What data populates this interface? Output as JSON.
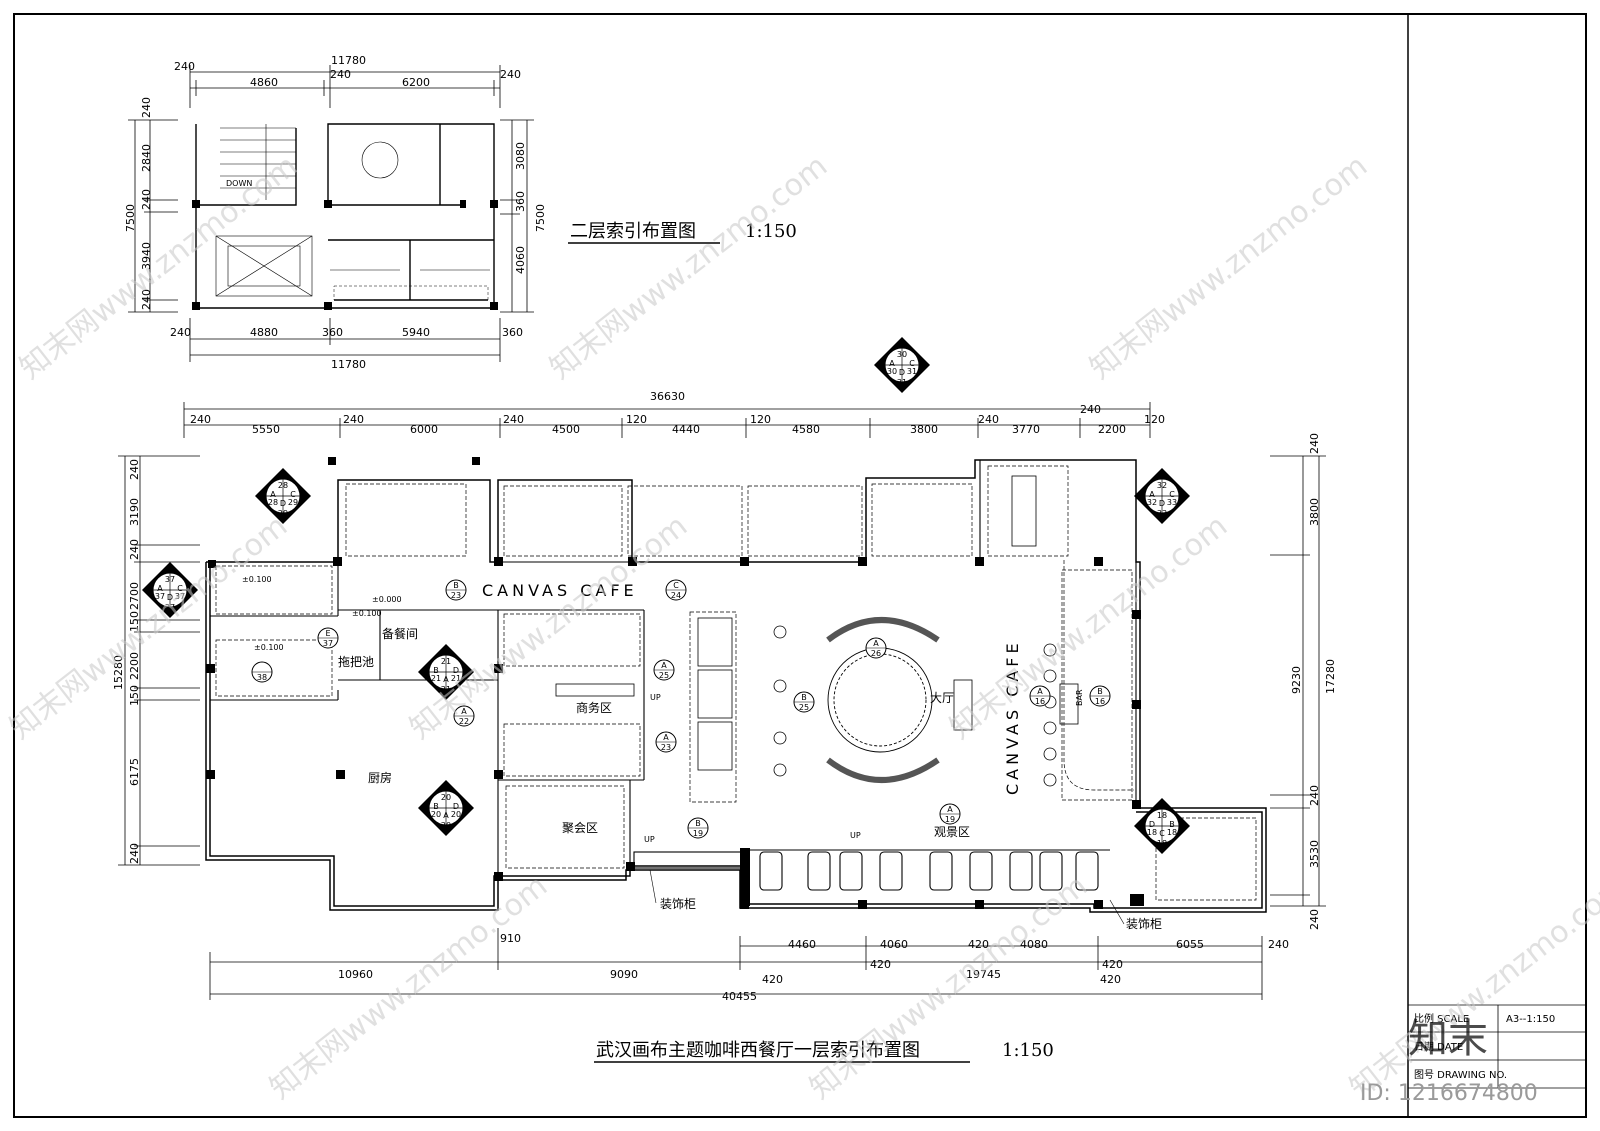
{
  "plan1": {
    "title": "二层索引布置图",
    "scale": "1:150",
    "dims_top": [
      "240",
      "11780",
      "4860",
      "240",
      "6200",
      "240"
    ],
    "dims_bottom": [
      "240",
      "4880",
      "360",
      "5940",
      "360",
      "11780"
    ],
    "dims_left": [
      "240",
      "2840",
      "240",
      "7500",
      "3940",
      "240"
    ],
    "dims_right": [
      "3080",
      "360",
      "7500",
      "4060"
    ],
    "labels": [
      "DOWN"
    ]
  },
  "plan2": {
    "title": "武汉画布主题咖啡西餐厅一层索引布置图",
    "scale": "1:150",
    "dims_top": [
      "36630",
      "240",
      "5550",
      "240",
      "6000",
      "240",
      "4500",
      "120",
      "4440",
      "120",
      "4580",
      "3800",
      "240",
      "3770",
      "240",
      "2200",
      "120"
    ],
    "dims_bottom": [
      "910",
      "4460",
      "4060",
      "420",
      "4080",
      "420",
      "420",
      "10960",
      "9090",
      "19745",
      "420",
      "6055",
      "240",
      "420",
      "40455"
    ],
    "dims_left": [
      "240",
      "3190",
      "240",
      "2700",
      "150",
      "2200",
      "150",
      "15280",
      "6175",
      "240"
    ],
    "dims_right": [
      "240",
      "3800",
      "9230",
      "17280",
      "240",
      "3530",
      "240"
    ],
    "rooms": [
      "备餐间",
      "拖把池",
      "商务区",
      "厨房",
      "聚会区",
      "大厅",
      "观景区",
      "装饰柜",
      "装饰柜"
    ],
    "brand": [
      "CANVAS CAFE",
      "CANVAS CAFE"
    ],
    "labels": [
      "BAR",
      "UP",
      "UP",
      "UP"
    ]
  },
  "markers": [
    {
      "a": "B",
      "b": "28",
      "c": "A",
      "d": "28",
      "e": "C",
      "f": "29",
      "g": "D",
      "h": "29"
    },
    {
      "a": "B",
      "b": "30",
      "c": "A",
      "d": "30",
      "e": "C",
      "f": "31",
      "g": "D",
      "h": "31"
    },
    {
      "a": "B",
      "b": "32",
      "c": "A",
      "d": "32",
      "e": "C",
      "f": "33",
      "g": "D",
      "h": "33"
    },
    {
      "a": "B",
      "b": "37",
      "c": "A",
      "d": "37",
      "e": "C",
      "f": "37",
      "g": "D",
      "h": "37"
    },
    {
      "a": "C",
      "b": "21",
      "c": "B",
      "d": "21",
      "e": "D",
      "f": "21",
      "g": "A",
      "h": "21"
    },
    {
      "a": "C",
      "b": "20",
      "c": "B",
      "d": "20",
      "e": "D",
      "f": "20",
      "g": "A",
      "h": "20"
    },
    {
      "a": "A",
      "b": "18",
      "c": "D",
      "d": "18",
      "e": "B",
      "f": "18",
      "g": "C",
      "h": "18"
    }
  ],
  "circles": [
    {
      "l": "B",
      "n": "23"
    },
    {
      "l": "C",
      "n": "24"
    },
    {
      "l": "E",
      "n": "37"
    },
    {
      "l": "",
      "n": "38"
    },
    {
      "l": "A",
      "n": "22"
    },
    {
      "l": "A",
      "n": "25"
    },
    {
      "l": "A",
      "n": "23"
    },
    {
      "l": "B",
      "n": "25"
    },
    {
      "l": "A",
      "n": "26"
    },
    {
      "l": "A",
      "n": "16"
    },
    {
      "l": "B",
      "n": "16"
    },
    {
      "l": "A",
      "n": "19"
    },
    {
      "l": "B",
      "n": "19"
    }
  ],
  "levels": [
    "±0.100",
    "±0.000",
    "±0.100",
    "±0.100"
  ],
  "title_block": {
    "scale_label": "比例 SCALE",
    "scale_value": "A3--1:150",
    "date_label": "日期 DATE",
    "drawing_no_label": "图号 DRAWING NO."
  },
  "watermark": {
    "text": "知末网www.znzmo.com",
    "logo": "知末",
    "id": "ID: 1216674800"
  }
}
